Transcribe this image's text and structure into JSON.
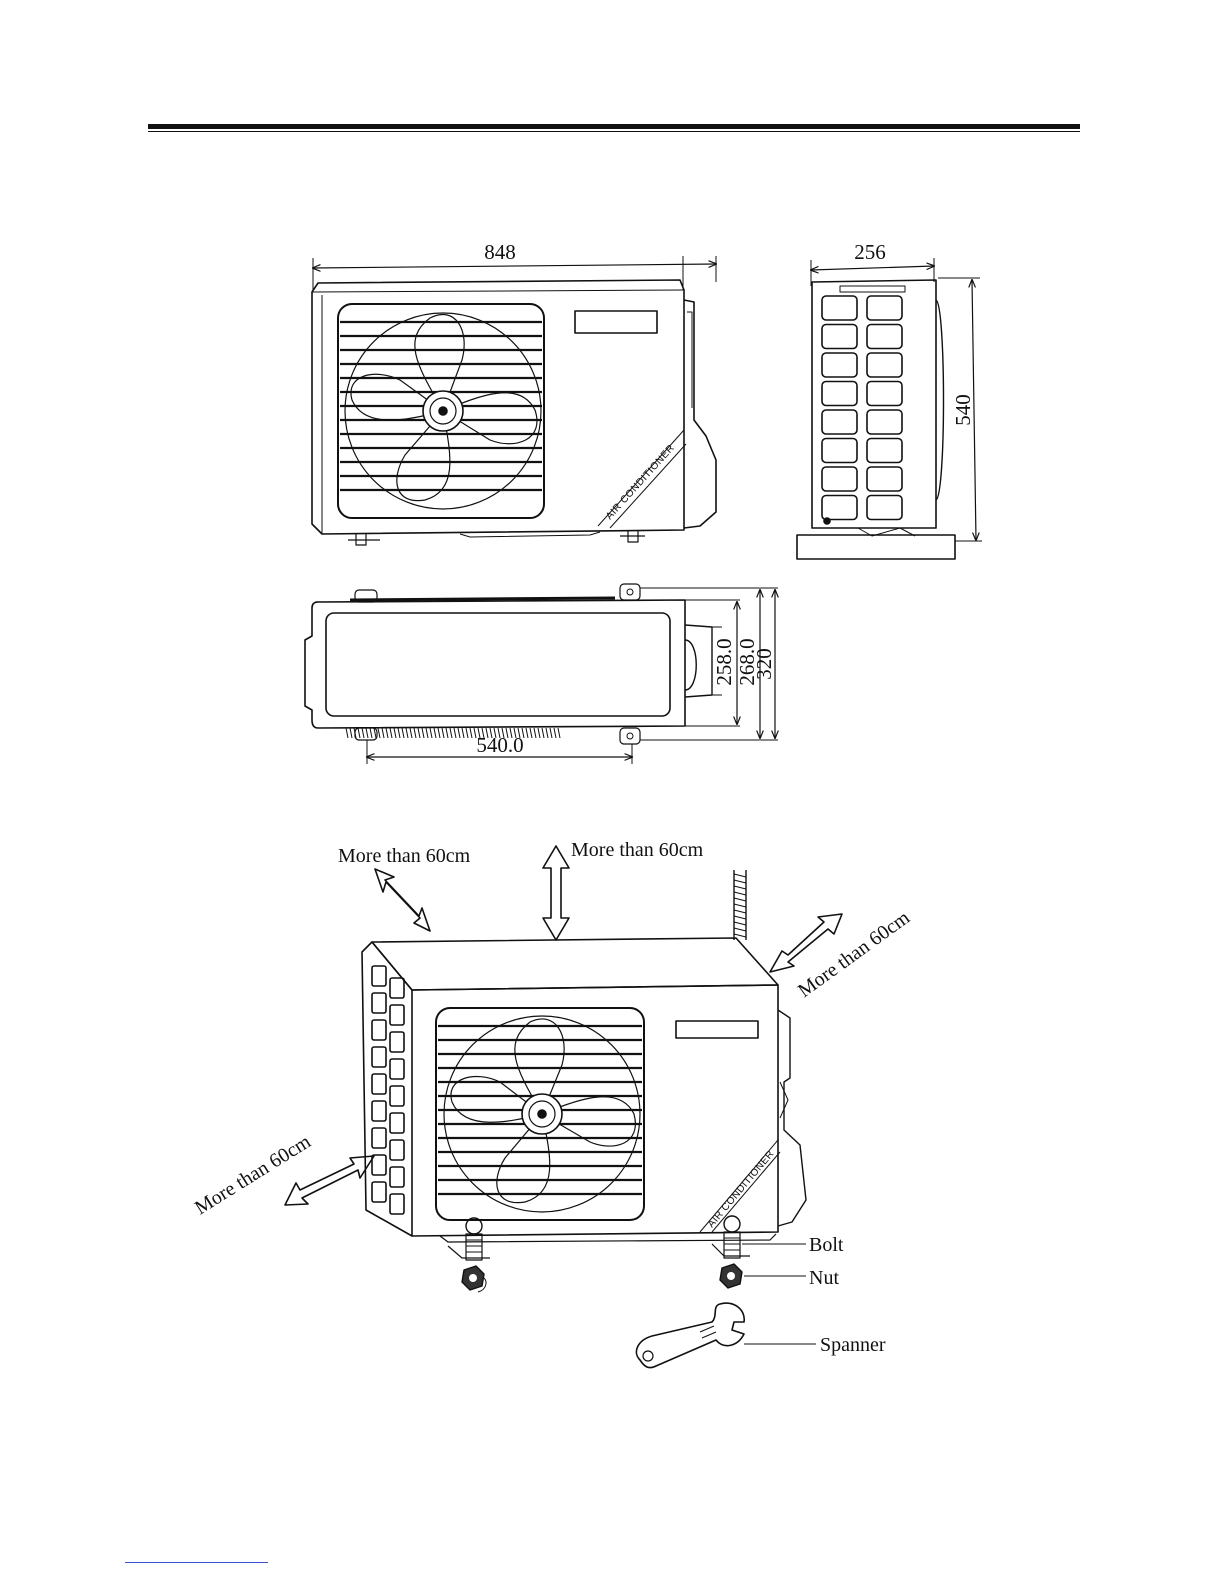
{
  "dimensions": {
    "front_width": "848",
    "side_width": "256",
    "side_height": "540",
    "top_depth_1": "258.0",
    "top_depth_2": "268.0",
    "top_depth_3": "320",
    "mount_spacing": "540.0"
  },
  "unit_brand": "AIR CONDITIONER",
  "clearance": {
    "top_left": "More than 60cm",
    "top": "More than 60cm",
    "right": "More than 60cm",
    "left": "More than 60cm"
  },
  "parts": {
    "bolt": "Bolt",
    "nut": "Nut",
    "spanner": "Spanner"
  },
  "colors": {
    "line": "#111111",
    "footer_link": "#3b4fd8"
  }
}
